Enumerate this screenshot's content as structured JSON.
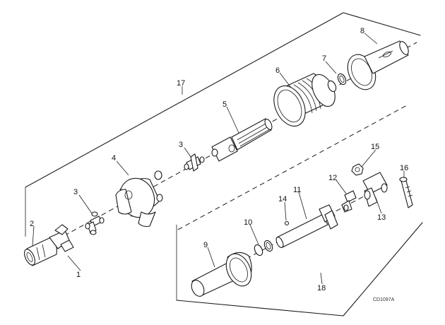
{
  "diagram": {
    "callouts": {
      "c1": "1",
      "c2": "2",
      "c3a": "3",
      "c3b": "3",
      "c4": "4",
      "c5": "5",
      "c6": "6",
      "c7": "7",
      "c8": "8",
      "c9": "9",
      "c10": "10",
      "c11": "11",
      "c12": "12",
      "c13": "13",
      "c14": "14",
      "c15": "15",
      "c16": "16",
      "c17": "17",
      "c18": "18"
    },
    "figure_code": "CD1097A"
  }
}
